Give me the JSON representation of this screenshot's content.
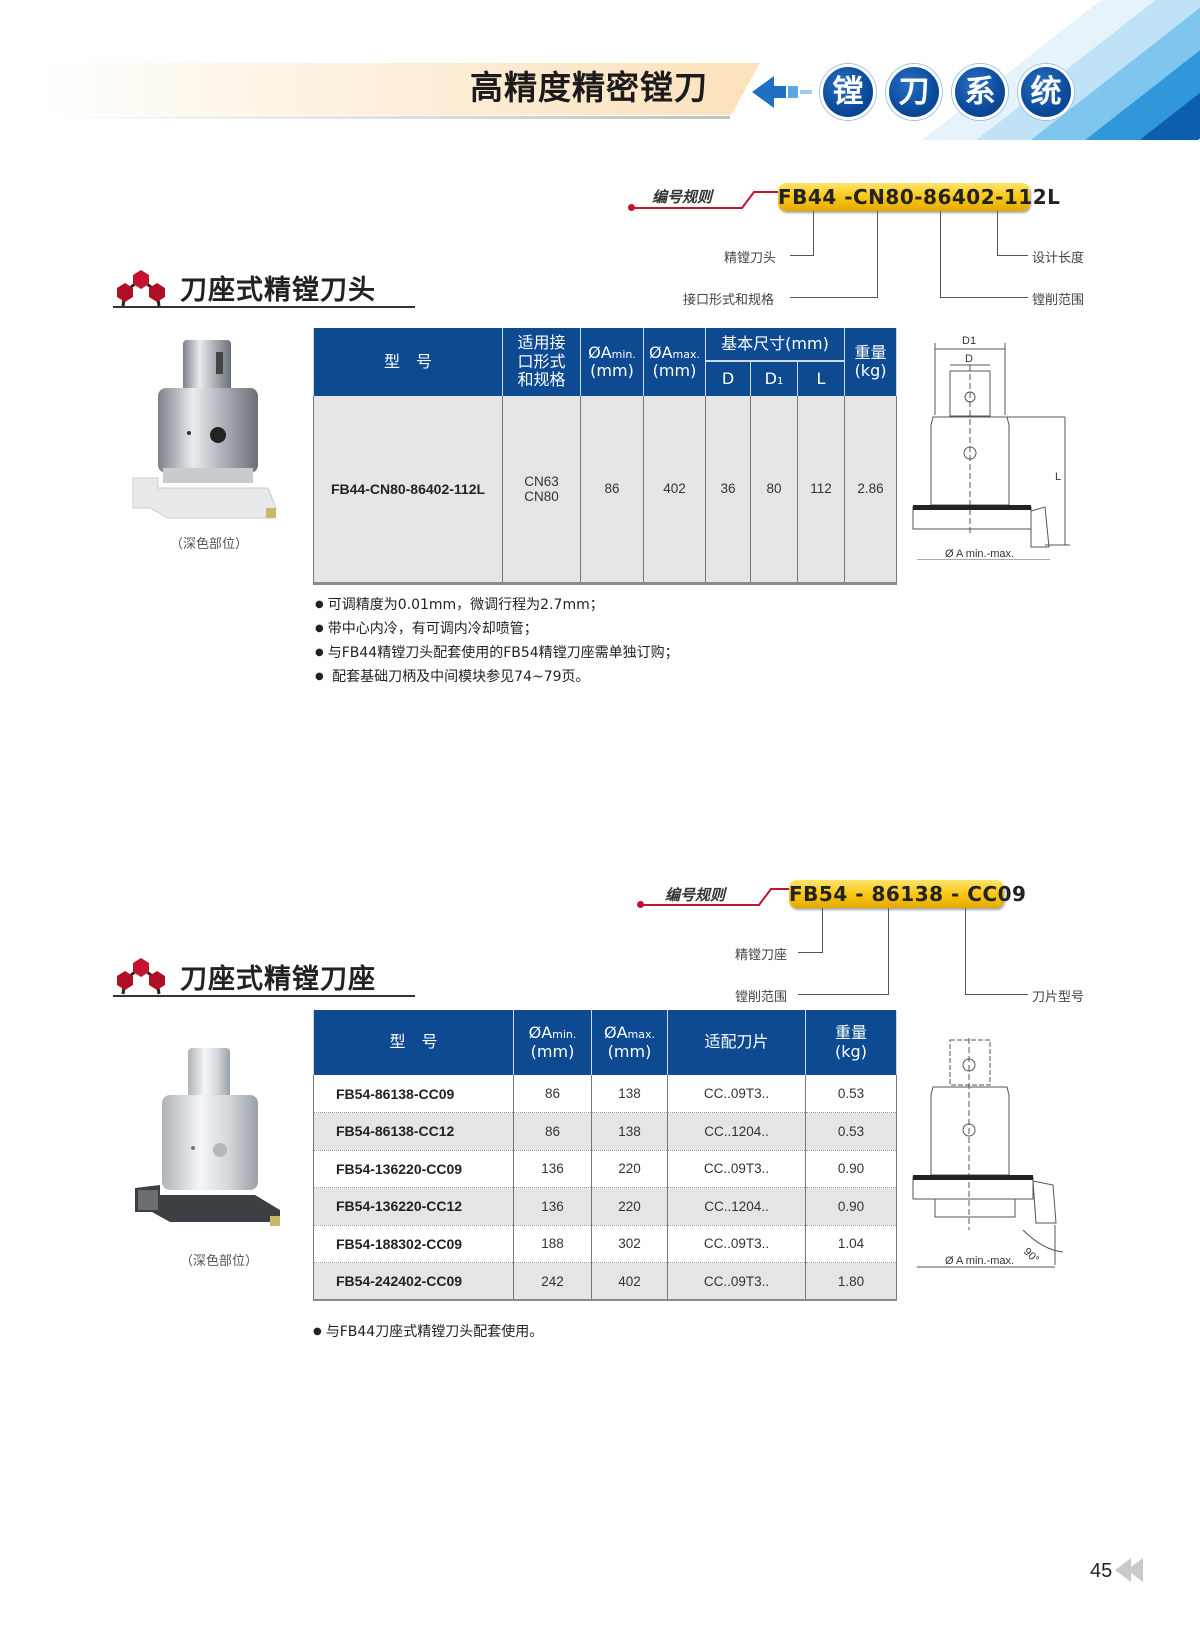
{
  "header": {
    "title": "高精度精密镗刀",
    "category_chars": [
      "镗",
      "刀",
      "系",
      "统"
    ]
  },
  "section1": {
    "title": "刀座式精镗刀头",
    "naming_rule": {
      "label": "编号规则",
      "code": "FB44 -CN80-86402-112L",
      "callouts": {
        "part1": "精镗刀头",
        "part2": "接口形式和规格",
        "part3": "镗削范围",
        "part4": "设计长度"
      }
    },
    "image_caption": "（深色部位）",
    "table": {
      "headers": {
        "model": "型　号",
        "interface_line1": "适用接",
        "interface_line2": "口形式",
        "interface_line3": "和规格",
        "amin_prefix": "ØA",
        "amin_sub": "min.",
        "amax_prefix": "ØA",
        "amax_sub": "max.",
        "unit_mm": "(mm)",
        "basic_dims": "基本尺寸(mm)",
        "d": "D",
        "d1_main": "D",
        "d1_sub": "1",
        "l": "L",
        "weight": "重量",
        "weight_unit": "(kg)"
      },
      "rows": [
        {
          "model": "FB44-CN80-86402-112L",
          "interface_1": "CN63",
          "interface_2": "CN80",
          "a_min": "86",
          "a_max": "402",
          "d": "36",
          "d1": "80",
          "l": "112",
          "weight": "2.86"
        }
      ]
    },
    "drawing": {
      "d1_label": "D1",
      "d_label": "D",
      "l_label": "L",
      "a_label": "Ø  A min.-max."
    },
    "notes": [
      "可调精度为0.01mm，微调行程为2.7mm；",
      "带中心内冷，有可调内冷却喷管；",
      "与FB44精镗刀头配套使用的FB54精镗刀座需单独订购；",
      " 配套基础刀柄及中间模块参见74~79页。"
    ]
  },
  "section2": {
    "title": "刀座式精镗刀座",
    "naming_rule": {
      "label": "编号规则",
      "code": "FB54 - 86138 - CC09",
      "callouts": {
        "part1": "精镗刀座",
        "part2": "镗削范围",
        "part3": "刀片型号"
      }
    },
    "image_caption": "（深色部位）",
    "table": {
      "headers": {
        "model": "型　号",
        "amin_prefix": "ØA",
        "amin_sub": "min.",
        "amax_prefix": "ØA",
        "amax_sub": "max.",
        "unit_mm": "(mm)",
        "insert": "适配刀片",
        "weight": "重量",
        "weight_unit": "(kg)"
      },
      "rows": [
        {
          "model": "FB54-86138-CC09",
          "a_min": "86",
          "a_max": "138",
          "insert": "CC..09T3..",
          "weight": "0.53"
        },
        {
          "model": "FB54-86138-CC12",
          "a_min": "86",
          "a_max": "138",
          "insert": "CC..1204..",
          "weight": "0.53"
        },
        {
          "model": "FB54-136220-CC09",
          "a_min": "136",
          "a_max": "220",
          "insert": "CC..09T3..",
          "weight": "0.90"
        },
        {
          "model": "FB54-136220-CC12",
          "a_min": "136",
          "a_max": "220",
          "insert": "CC..1204..",
          "weight": "0.90"
        },
        {
          "model": "FB54-188302-CC09",
          "a_min": "188",
          "a_max": "302",
          "insert": "CC..09T3..",
          "weight": "1.04"
        },
        {
          "model": "FB54-242402-CC09",
          "a_min": "242",
          "a_max": "402",
          "insert": "CC..09T3..",
          "weight": "1.80"
        }
      ]
    },
    "drawing": {
      "angle_label": "90°",
      "a_label": "Ø  A min.-max."
    },
    "notes": [
      "与FB44刀座式精镗刀头配套使用。"
    ]
  },
  "footer": {
    "page_number": "45"
  },
  "colors": {
    "table_header": "#0d4a91",
    "badge_yellow": "#f8c511",
    "accent_red": "#c4122f",
    "row_gray": "#e4e5e7"
  }
}
